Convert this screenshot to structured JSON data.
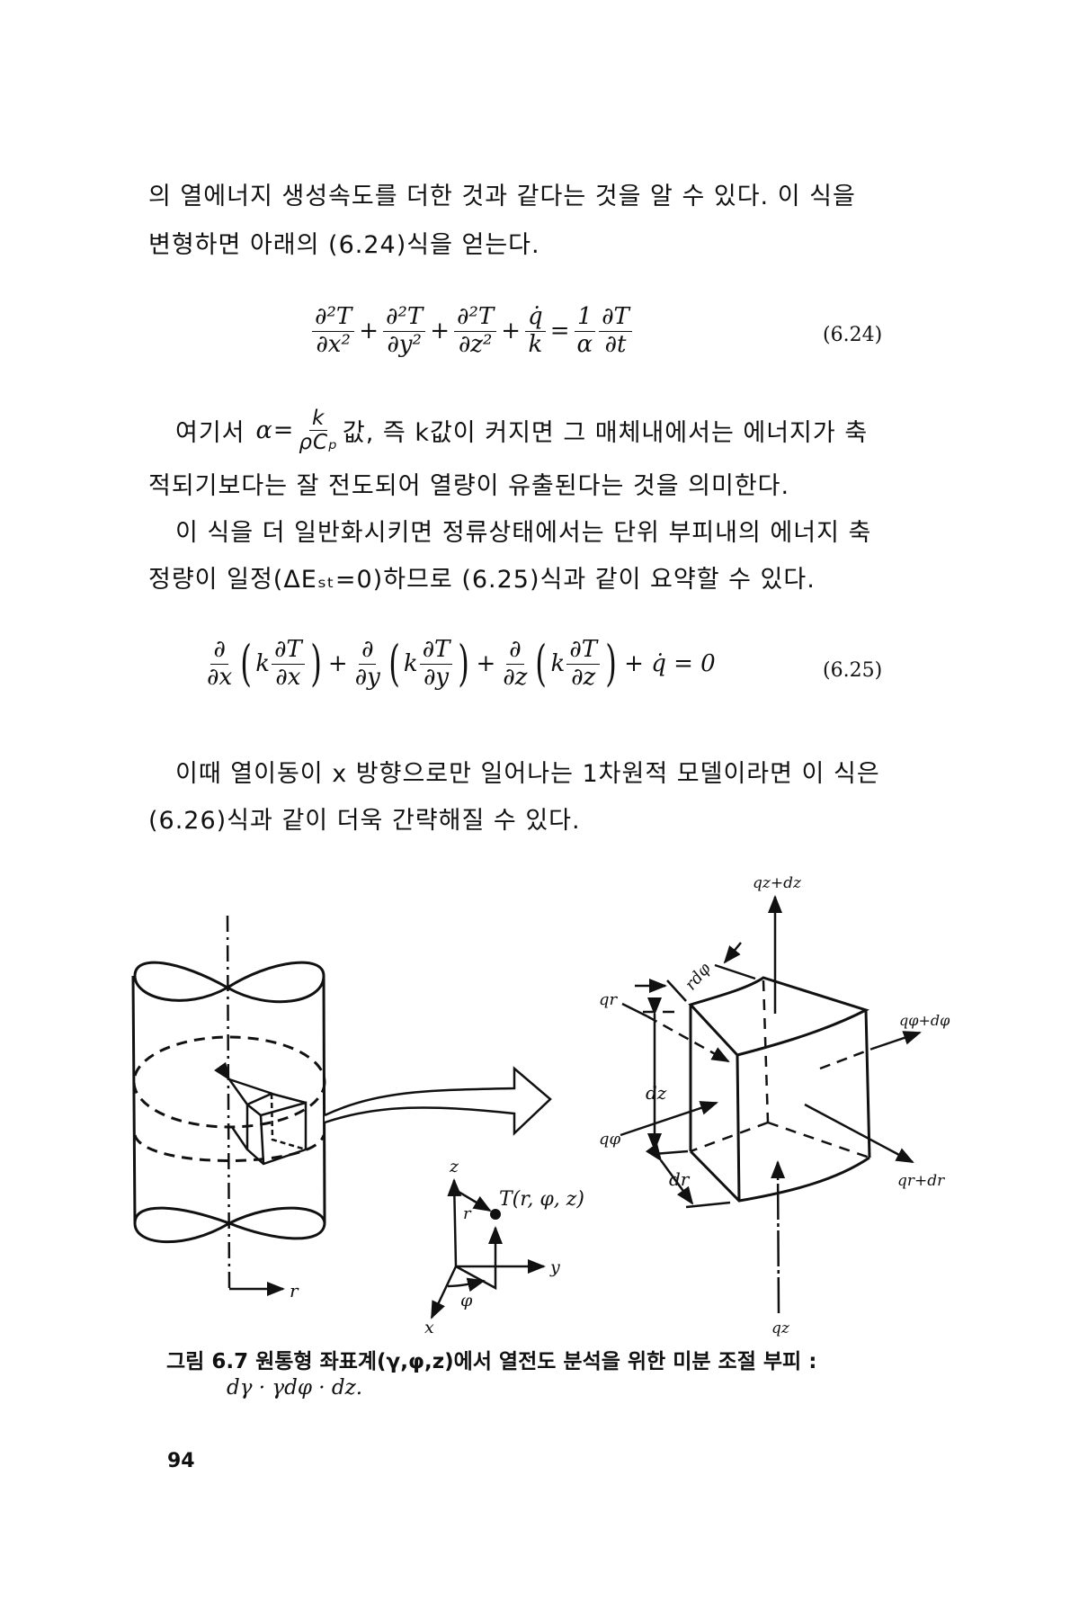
{
  "text": {
    "p1_l1": "의 열에너지 생성속도를 더한 것과 같다는 것을 알 수 있다. 이 식을",
    "p1_l2": "변형하면 아래의 (6.24)식을 얻는다.",
    "p2_l1_pre": "여기서",
    "p2_alpha": "α=",
    "p2_frac_num": "k",
    "p2_frac_den": "ρCₚ",
    "p2_l1_post": "값, 즉 k값이 커지면 그 매체내에서는 에너지가 축",
    "p2_l2": "적되기보다는 잘 전도되어 열량이 유출된다는 것을 의미한다.",
    "p3_l1": "이 식을 더 일반화시키면 정류상태에서는 단위 부피내의 에너지 축",
    "p3_l2": "정량이 일정(ΔEₛₜ=0)하므로 (6.25)식과 같이 요약할 수 있다.",
    "p4_l1": "이때 열이동이 x 방향으로만 일어나는 1차원적 모델이라면 이 식은",
    "p4_l2": "(6.26)식과 같이 더욱 간략해질 수 있다."
  },
  "eq624": {
    "t1n": "∂²T",
    "t1d": "∂x²",
    "t2n": "∂²T",
    "t2d": "∂y²",
    "t3n": "∂²T",
    "t3d": "∂z²",
    "t4n": "q̇",
    "t4d": "k",
    "t5n": "1",
    "t5d": "α",
    "t6n": "∂T",
    "t6d": "∂t",
    "plus": "+",
    "eq": "=",
    "number": "(6.24)"
  },
  "eq625": {
    "dn": "∂",
    "dx": "∂x",
    "dy": "∂y",
    "dz": "∂z",
    "k": "k",
    "tn": "∂T",
    "tail": "+ q̇ = 0",
    "plus": "+",
    "lp": "(",
    "rp": ")",
    "number": "(6.25)"
  },
  "figure": {
    "labels": {
      "r_axis": "r",
      "z": "z",
      "y": "y",
      "x": "x",
      "point": "T(r, φ, z)",
      "r_vec": "r",
      "phi": "φ",
      "q_z_dz": "qz+dz",
      "q_r": "qr",
      "r_dphi": "rdφ",
      "q_phi_dphi": "qφ+dφ",
      "dz": "dz",
      "q_phi": "qφ",
      "dr": "dr",
      "q_r_dr": "qr+dr",
      "q_z": "qz"
    },
    "caption_l1": "그림 6.7   원통형 좌표계(γ,φ,z)에서 열전도 분석을 위한 미분 조절 부피 :",
    "caption_l2": "dγ · γdφ · dz."
  },
  "page_number": "94"
}
